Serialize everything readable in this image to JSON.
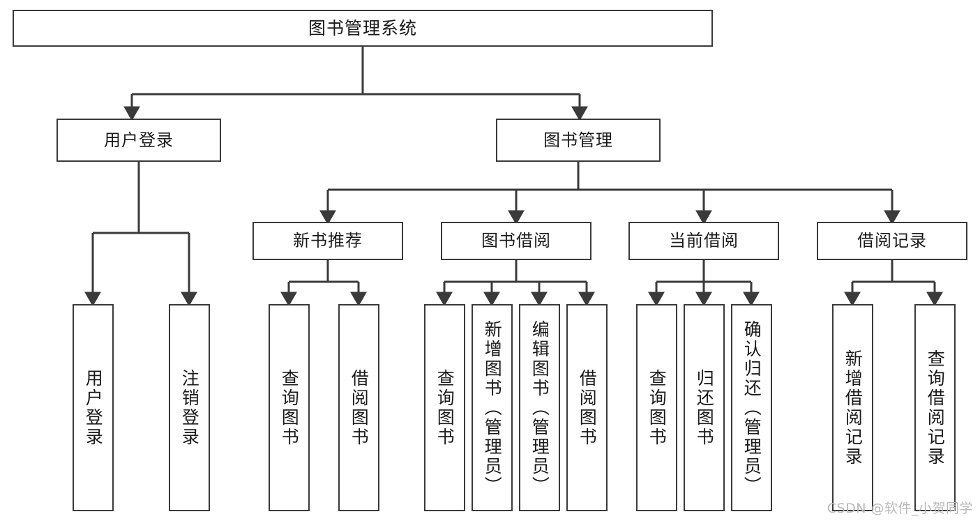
{
  "diagram": {
    "title": "图书管理系统",
    "type": "tree-hierarchy-chart",
    "colors": {
      "box_stroke": "#3a3a3a",
      "box_fill": "#ffffff",
      "edge_stroke": "#3a3a3a",
      "text": "#1a1a1a",
      "watermark": "#b9b9b9"
    },
    "nodes": {
      "root": {
        "label": "图书管理系统",
        "level": 0,
        "orientation": "horizontal"
      },
      "l1": [
        {
          "id": "user-login",
          "label": "用户登录",
          "level": 1,
          "orientation": "horizontal"
        },
        {
          "id": "book-manage",
          "label": "图书管理",
          "level": 1,
          "orientation": "horizontal"
        }
      ],
      "l2": [
        {
          "id": "new-book-rec",
          "label": "新书推荐",
          "level": 2,
          "orientation": "horizontal"
        },
        {
          "id": "book-borrow",
          "label": "图书借阅",
          "level": 2,
          "orientation": "horizontal"
        },
        {
          "id": "current-borrow",
          "label": "当前借阅",
          "level": 2,
          "orientation": "horizontal"
        },
        {
          "id": "borrow-record",
          "label": "借阅记录",
          "level": 2,
          "orientation": "horizontal"
        }
      ],
      "l3": [
        {
          "id": "leaf-user-login",
          "label": "用户登录",
          "parent": "user-login",
          "level": 3,
          "orientation": "vertical"
        },
        {
          "id": "leaf-user-logout",
          "label": "注销登录",
          "parent": "user-login",
          "level": 3,
          "orientation": "vertical"
        },
        {
          "id": "leaf-query-book-1",
          "label": "查询图书",
          "parent": "new-book-rec",
          "level": 3,
          "orientation": "vertical"
        },
        {
          "id": "leaf-borrow-book-1",
          "label": "借阅图书",
          "parent": "new-book-rec",
          "level": 3,
          "orientation": "vertical"
        },
        {
          "id": "leaf-query-book-2",
          "label": "查询图书",
          "parent": "book-borrow",
          "level": 3,
          "orientation": "vertical"
        },
        {
          "id": "leaf-add-book",
          "label": "新增图书（管理员）",
          "parent": "book-borrow",
          "level": 3,
          "orientation": "vertical"
        },
        {
          "id": "leaf-edit-book",
          "label": "编辑图书（管理员）",
          "parent": "book-borrow",
          "level": 3,
          "orientation": "vertical"
        },
        {
          "id": "leaf-borrow-book-2",
          "label": "借阅图书",
          "parent": "book-borrow",
          "level": 3,
          "orientation": "vertical"
        },
        {
          "id": "leaf-query-book-3",
          "label": "查询图书",
          "parent": "current-borrow",
          "level": 3,
          "orientation": "vertical"
        },
        {
          "id": "leaf-return-book",
          "label": "归还图书",
          "parent": "current-borrow",
          "level": 3,
          "orientation": "vertical"
        },
        {
          "id": "leaf-confirm-return",
          "label": "确认归还（管理员）",
          "parent": "current-borrow",
          "level": 3,
          "orientation": "vertical"
        },
        {
          "id": "leaf-add-record",
          "label": "新增借阅记录",
          "parent": "borrow-record",
          "level": 3,
          "orientation": "vertical"
        },
        {
          "id": "leaf-query-record",
          "label": "查询借阅记录",
          "parent": "borrow-record",
          "level": 3,
          "orientation": "vertical"
        }
      ]
    },
    "watermark": "CSDN @软件_小贺同学"
  }
}
